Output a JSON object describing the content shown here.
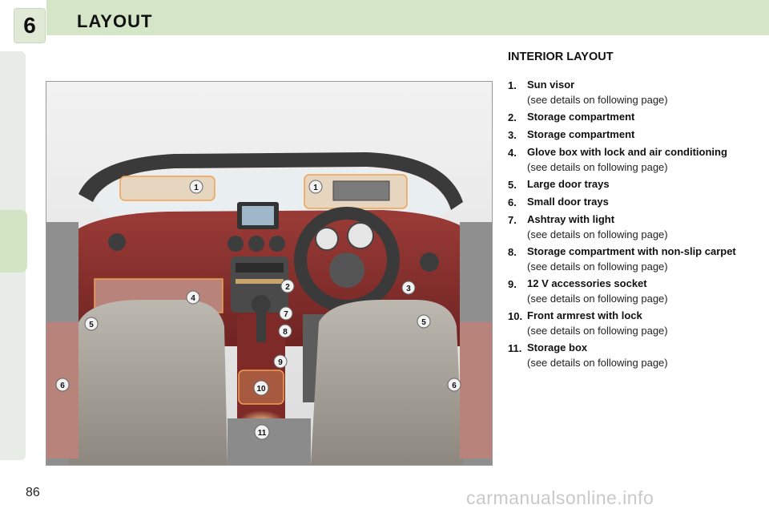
{
  "header": {
    "chapter": "6",
    "title": "LAYOUT"
  },
  "section": {
    "heading": "INTERIOR LAYOUT"
  },
  "items": [
    {
      "num": "1.",
      "label": "Sun visor",
      "note": "(see details on following page)"
    },
    {
      "num": "2.",
      "label": "Storage compartment",
      "note": ""
    },
    {
      "num": "3.",
      "label": "Storage compartment",
      "note": ""
    },
    {
      "num": "4.",
      "label": "Glove box with lock and air conditioning",
      "note": "(see details on following page)"
    },
    {
      "num": "5.",
      "label": "Large door trays",
      "note": ""
    },
    {
      "num": "6.",
      "label": "Small door trays",
      "note": ""
    },
    {
      "num": "7.",
      "label": "Ashtray with light",
      "note": "(see details on following page)"
    },
    {
      "num": "8.",
      "label": "Storage compartment with non-slip carpet",
      "note": "(see details on following page)"
    },
    {
      "num": "9.",
      "label": "12 V accessories socket",
      "note": "(see details on following page)"
    },
    {
      "num": "10.",
      "label": "Front armrest with lock",
      "note": "(see details on following page)"
    },
    {
      "num": "11.",
      "label": "Storage box",
      "note": "(see details on following page)"
    }
  ],
  "figure": {
    "callouts": [
      "1",
      "1",
      "2",
      "3",
      "4",
      "5",
      "5",
      "6",
      "6",
      "7",
      "8",
      "9",
      "10",
      "11"
    ]
  },
  "footer": {
    "page_number": "86",
    "watermark": "carmanualsonline.info"
  },
  "colors": {
    "header_band": "#d5e6c8",
    "leather": "#8a2f2c",
    "seat": "#a9a49c",
    "highlight": "#f0b060"
  }
}
